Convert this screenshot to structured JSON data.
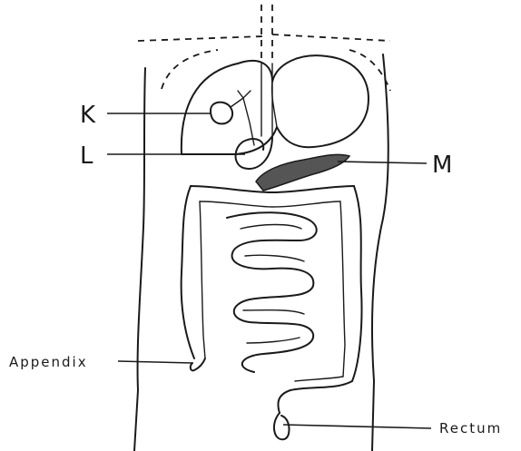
{
  "labels": {
    "k": "K",
    "l": "L",
    "m": "M",
    "appendix": "Appendix",
    "rectum": "Rectum"
  }
}
